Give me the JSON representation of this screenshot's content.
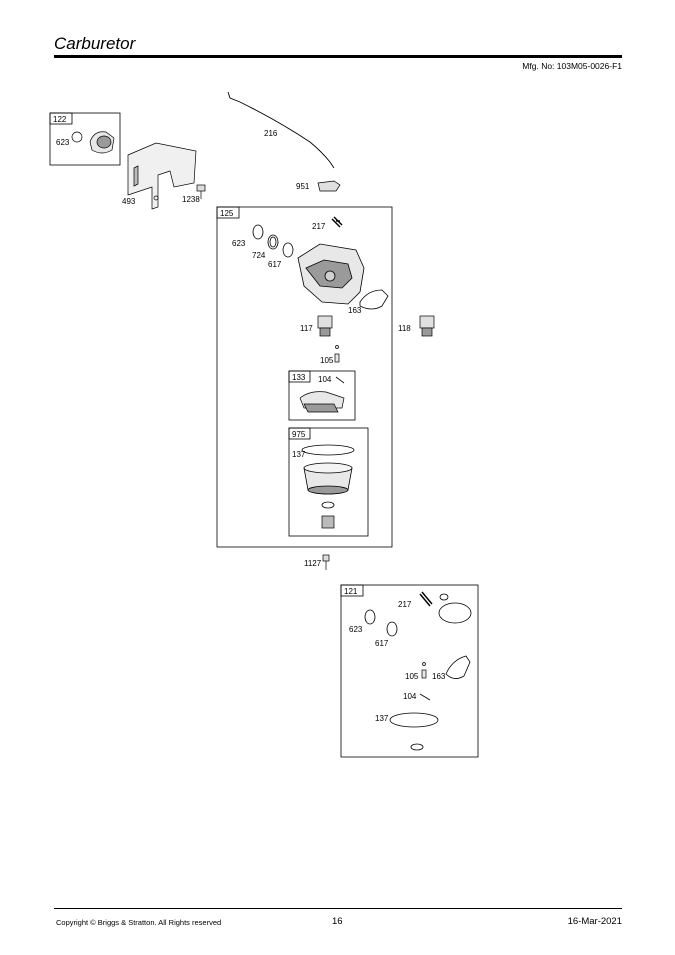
{
  "page": {
    "title": "Carburetor",
    "mfg": "Mfg. No: 103M05-0026-F1"
  },
  "footer": {
    "copyright": "Copyright ©  Briggs & Stratton. All Rights reserved",
    "page_number": "16",
    "date": "16-Mar-2021"
  },
  "kits": {
    "k122": "122",
    "k125": "125",
    "k133": "133",
    "k975": "975",
    "k121": "121"
  },
  "parts": {
    "p623a": "623",
    "p493": "493",
    "p1238": "1238",
    "p216": "216",
    "p951": "951",
    "p217a": "217",
    "p623b": "623",
    "p724": "724",
    "p617a": "617",
    "p163a": "163",
    "p117": "117",
    "p118": "118",
    "p105a": "105",
    "p104a": "104",
    "p137a": "137",
    "p1127": "1127",
    "p217b": "217",
    "p623c": "623",
    "p617b": "617",
    "p105b": "105",
    "p163b": "163",
    "p104b": "104",
    "p137b": "137"
  },
  "colors": {
    "line": "#000000",
    "part_fill": "#e8e8e8",
    "part_shadow": "#9a9a9a"
  }
}
